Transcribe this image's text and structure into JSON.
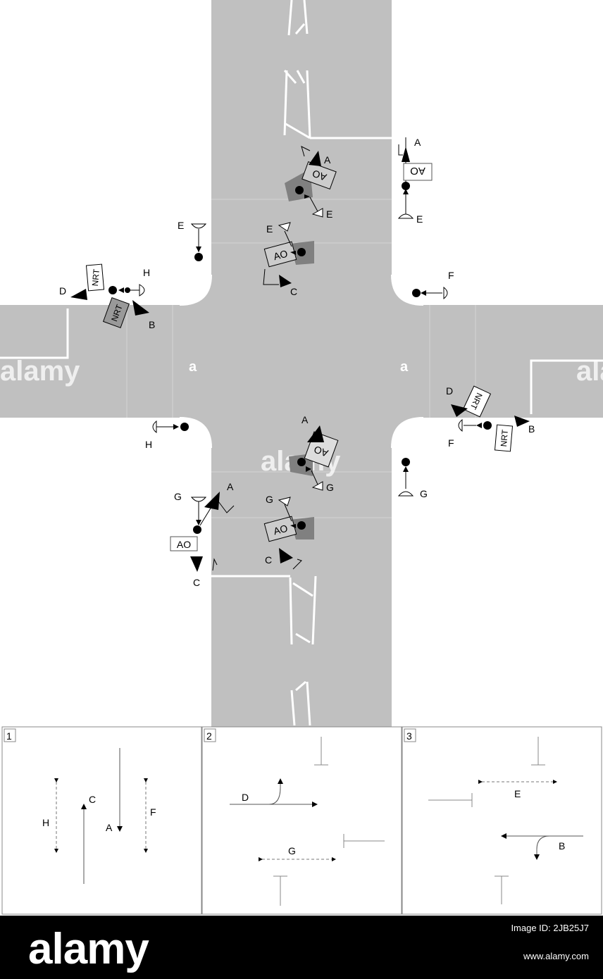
{
  "diagram": {
    "signal_labels": {
      "a_top_right": "A",
      "a_center_north": "A",
      "a_center_south": "A",
      "a_bottom_left": "A",
      "b_left": "B",
      "b_right": "B",
      "c_center_north": "C",
      "c_center_south": "C",
      "c_bottom_left": "C",
      "d_left": "D",
      "d_right": "D",
      "e_left": "E",
      "e_center": "E",
      "e_center_b": "E",
      "e_right": "E",
      "f_right_top": "F",
      "f_right_bottom": "F",
      "g_left": "G",
      "g_center": "G",
      "g_center_b": "G",
      "g_right": "G",
      "h_left_top": "H",
      "h_left_bottom": "H"
    },
    "plates": {
      "ao": "AO",
      "nrt": "NRT"
    },
    "colors": {
      "road": "#c0c0c0",
      "marking": "#ffffff",
      "signal": "#000000",
      "panel_border": "#888888"
    },
    "watermark_text": "alamy"
  },
  "panels": [
    {
      "number": "1",
      "labels": {
        "h": "H",
        "c": "C",
        "a": "A",
        "f": "F"
      }
    },
    {
      "number": "2",
      "labels": {
        "d": "D",
        "g": "G"
      }
    },
    {
      "number": "3",
      "labels": {
        "e": "E",
        "b": "B"
      }
    }
  ],
  "footer": {
    "brand": "alamy",
    "image_id": "Image ID: 2JB25J7",
    "site": "www.alamy.com"
  }
}
